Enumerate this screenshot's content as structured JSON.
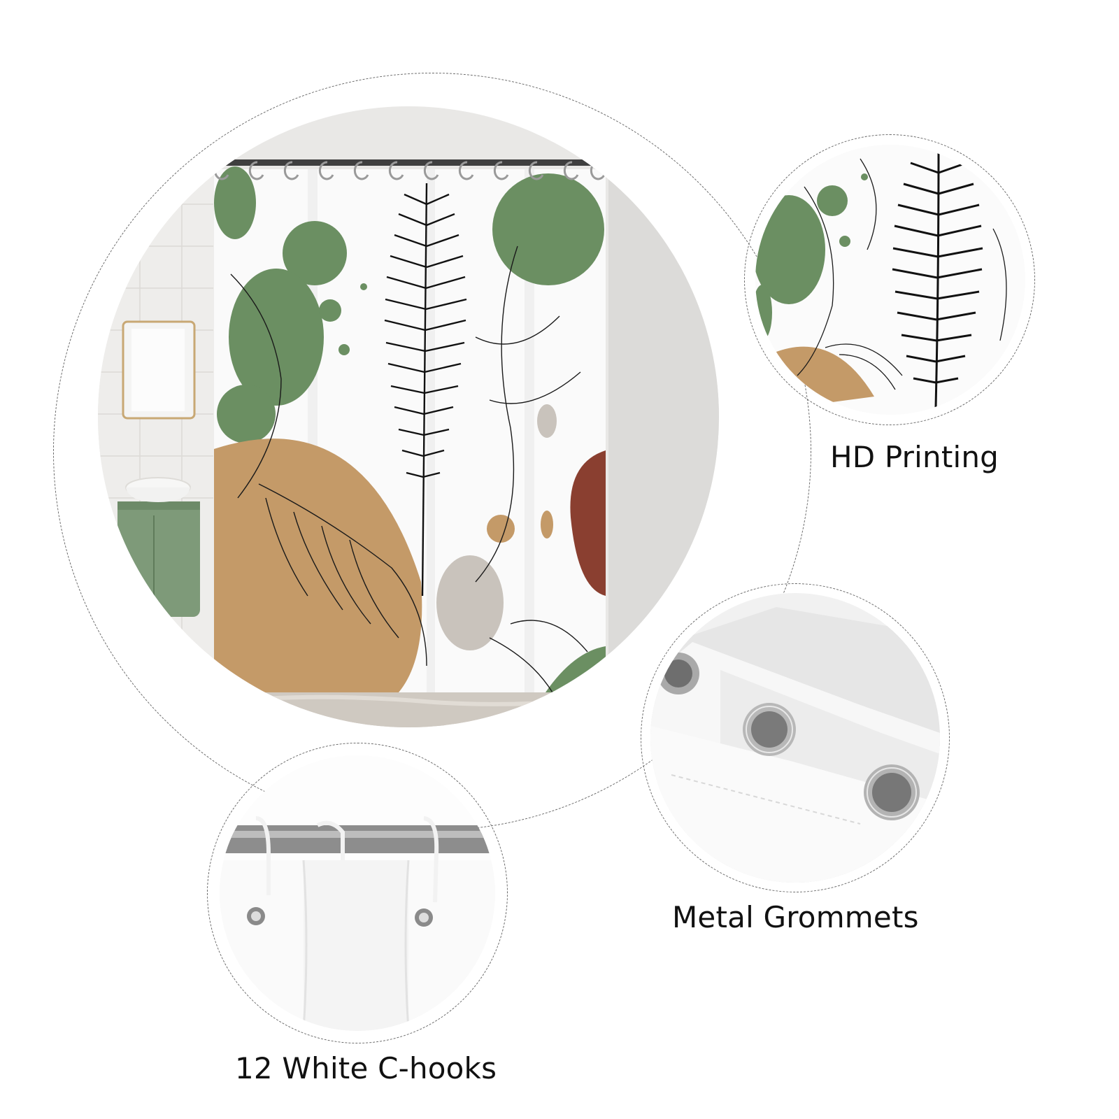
{
  "features": {
    "hd_printing": {
      "label": "HD Printing"
    },
    "metal_grommets": {
      "label": "Metal Grommets"
    },
    "c_hooks": {
      "label": "12 White C-hooks"
    }
  },
  "colors": {
    "sage_green": "#6b8f62",
    "tan": "#c49a68",
    "rust": "#8a3f30",
    "taupe": "#c9c3bc",
    "line_black": "#111111",
    "dashed_ring": "#6a6a6a"
  }
}
